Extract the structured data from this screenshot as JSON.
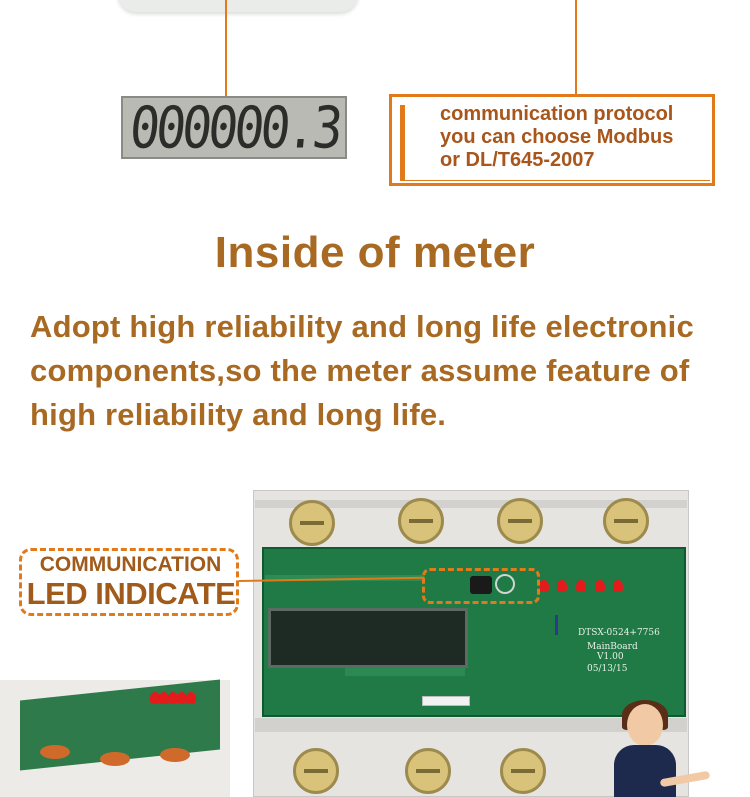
{
  "lcd_reading": "000000.3",
  "protocol_note": {
    "line1": "communication protocol",
    "line2": "you can choose Modbus",
    "line3": "or DL/T645-2007"
  },
  "section_title": "Inside of meter",
  "description": {
    "line1": "Adopt high reliability and long life electronic",
    "line2": "components,so the meter assume feature of",
    "line3": "high reliability and long life."
  },
  "callout": {
    "line1": "COMMUNICATION",
    "line2": "LED INDICATE"
  },
  "pcb_marking": {
    "model": "DTSX-0524+7756",
    "board": "MainBoard",
    "version": "V1.00",
    "date": "05/13/15"
  },
  "colors": {
    "accent_orange": "#e07a1a",
    "text_brown": "#a86a23",
    "pcb_green": "#1f7a45",
    "led_red": "#e31b1b"
  }
}
